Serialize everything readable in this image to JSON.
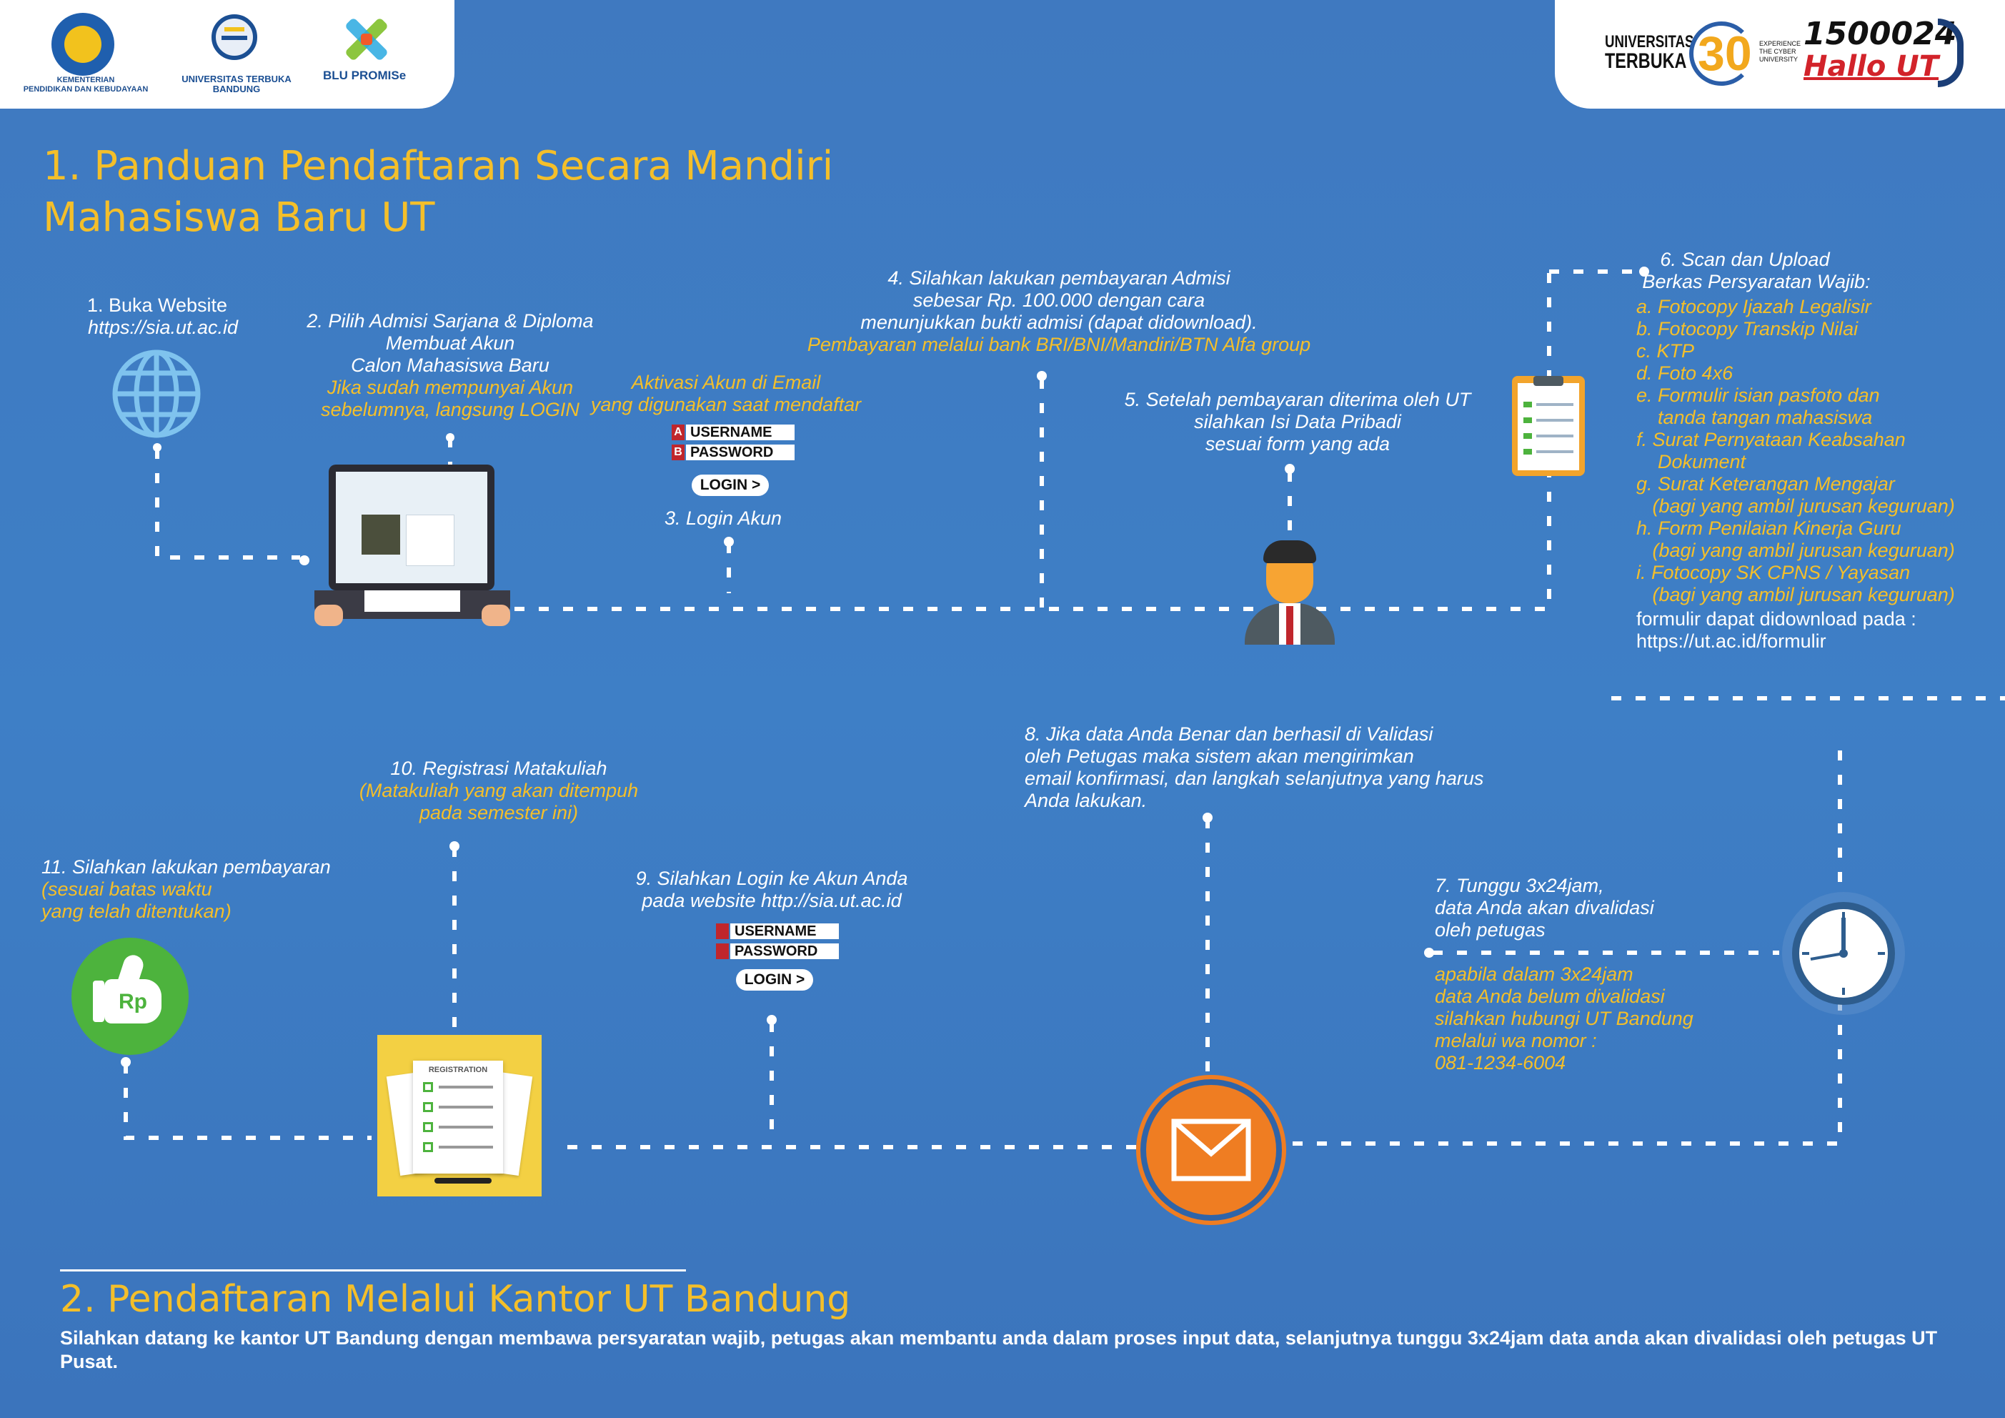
{
  "header_left": {
    "logo1_text": "KEMENTERIAN\nPENDIDIKAN DAN KEBUDAYAAN",
    "logo2_text": "UNIVERSITAS TERBUKA\nBANDUNG",
    "logo3_text": "BLU PROMISe"
  },
  "header_right": {
    "ut_logo_line1": "UNIVERSITAS",
    "ut_logo_line2": "TERBUKA",
    "ut_tagline": "EXPERIENCE\nTHE CYBER\nUNIVERSITY",
    "hotline_number": "1500024",
    "hotline_label": "Hallo UT"
  },
  "section1": {
    "title_line1": "1. Panduan Pendaftaran Secara Mandiri",
    "title_line2": "Mahasiswa Baru UT"
  },
  "steps": {
    "s1_title": "1. Buka Website",
    "s1_url": "https://sia.ut.ac.id",
    "s2_l1": "2. Pilih Admisi Sarjana & Diploma",
    "s2_l2": "Membuat Akun",
    "s2_l3": "Calon Mahasiswa Baru",
    "s2_y1": "Jika sudah mempunyai Akun",
    "s2_y2": "sebelumnya, langsung LOGIN",
    "s3_y1": "Aktivasi Akun di Email",
    "s3_y2": "yang digunakan saat mendaftar",
    "s3_title": "3. Login Akun",
    "s4_l1": "4. Silahkan lakukan pembayaran Admisi",
    "s4_l2": "sebesar Rp. 100.000 dengan cara",
    "s4_l3": "menunjukkan bukti admisi (dapat didownload).",
    "s4_y1": "Pembayaran melalui bank BRI/BNI/Mandiri/BTN Alfa group",
    "s5_l1": "5. Setelah pembayaran diterima oleh UT",
    "s5_l2": "silahkan Isi Data Pribadi",
    "s5_l3": "sesuai form yang ada",
    "s6_l1": "6. Scan dan Upload",
    "s6_l2": "Berkas Persyaratan Wajib:",
    "s6_items": [
      "a. Fotocopy Ijazah Legalisir",
      "b. Fotocopy Transkip Nilai",
      "c. KTP",
      "d. Foto 4x6",
      "e. Formulir isian pasfoto dan",
      "    tanda tangan mahasiswa",
      "f. Surat Pernyataan Keabsahan",
      "    Dokument",
      "g. Surat Keterangan Mengajar",
      "   (bagi yang ambil jurusan keguruan)",
      "h. Form Penilaian Kinerja Guru",
      "   (bagi yang ambil jurusan keguruan)",
      "i. Fotocopy SK CPNS / Yayasan",
      "   (bagi yang ambil jurusan keguruan)"
    ],
    "s6_note1": "formulir dapat didownload pada :",
    "s6_note2": "https://ut.ac.id/formulir",
    "s7_l1": "7. Tunggu 3x24jam,",
    "s7_l2": "data Anda akan divalidasi",
    "s7_l3": "oleh petugas",
    "s7_y1": "apabila dalam 3x24jam",
    "s7_y2": "data Anda belum divalidasi",
    "s7_y3": "silahkan hubungi UT Bandung",
    "s7_y4": "melalui wa nomor :",
    "s7_y5": "081-1234-6004",
    "s8_l1": "8. Jika data Anda Benar dan berhasil di Validasi",
    "s8_l2": "oleh Petugas maka sistem akan mengirimkan",
    "s8_l3": "email konfirmasi, dan langkah selanjutnya yang harus",
    "s8_l4": "Anda lakukan.",
    "s9_l1": "9. Silahkan Login ke Akun Anda",
    "s9_l2": "pada website http://sia.ut.ac.id",
    "s10_l1": "10. Registrasi Matakuliah",
    "s10_y1": "(Matakuliah yang akan ditempuh",
    "s10_y2": "pada semester ini)",
    "s11_l1": "11. Silahkan lakukan pembayaran",
    "s11_y1": "(sesuai batas waktu",
    "s11_y2": "yang telah ditentukan)"
  },
  "login_widget": {
    "username_label": "USERNAME",
    "password_label": "PASSWORD",
    "button_label": "LOGIN >",
    "letter_a": "A",
    "letter_b": "B"
  },
  "rp_label": "Rp",
  "registration_label": "REGISTRATION",
  "section2": {
    "title": "2. Pendaftaran Melalui Kantor UT Bandung",
    "body": "Silahkan datang ke kantor UT Bandung dengan membawa persyaratan wajib, petugas akan membantu anda dalam proses input data, selanjutnya tunggu 3x24jam data anda akan divalidasi oleh petugas UT Pusat."
  },
  "colors": {
    "background": "#3e7ec5",
    "accent_yellow": "#f4bf2a",
    "white": "#ffffff",
    "orange": "#ef7d22",
    "green": "#4db33d"
  }
}
